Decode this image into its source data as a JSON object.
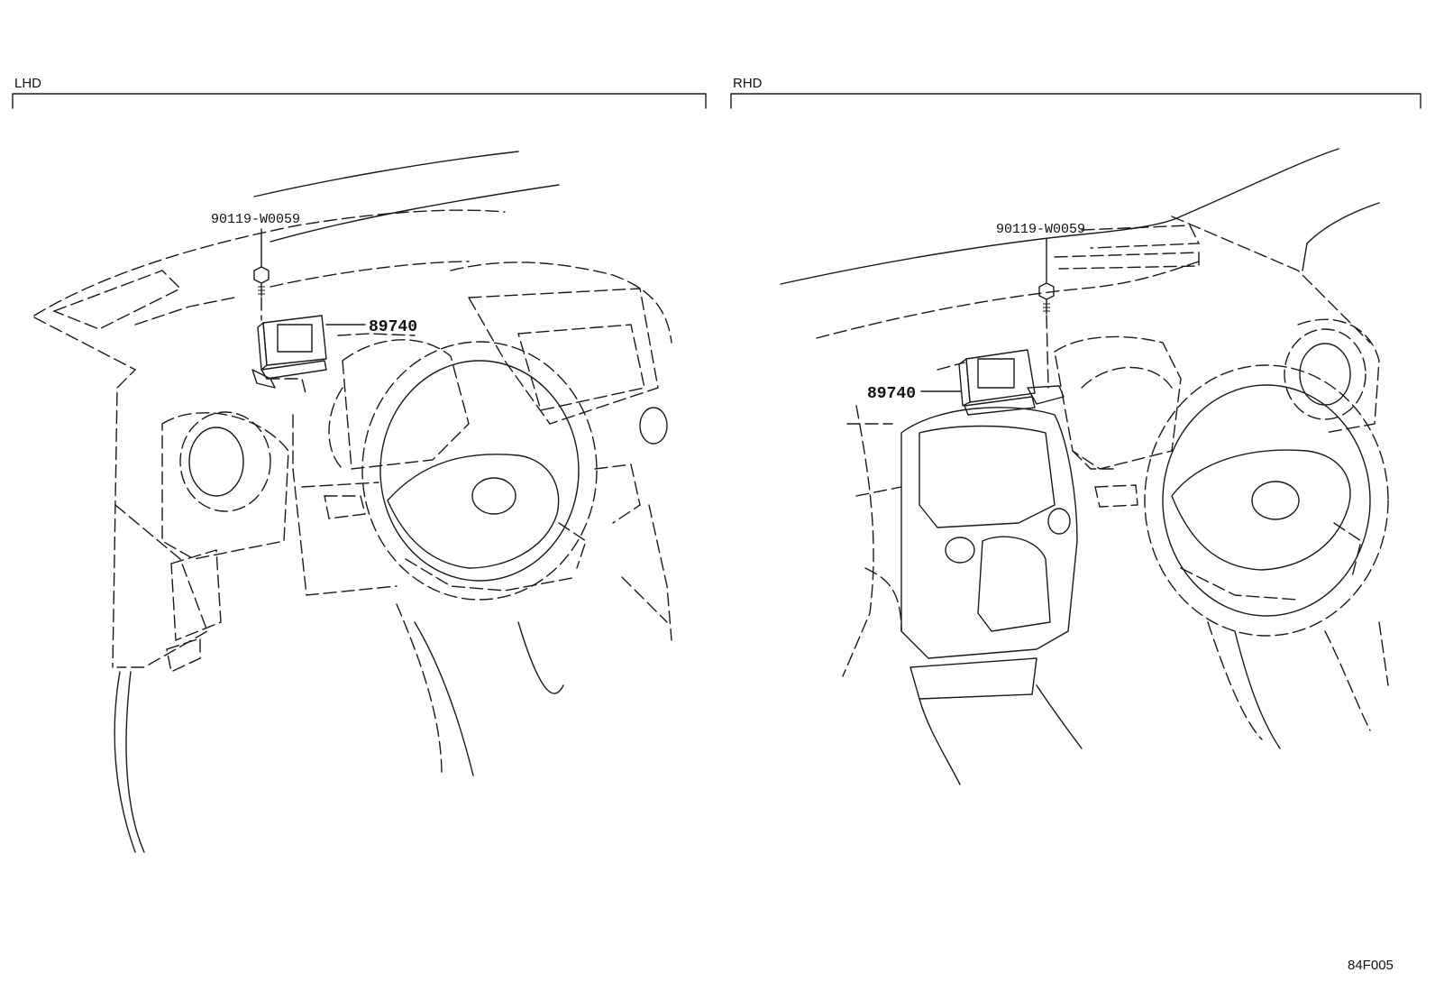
{
  "sections": {
    "left": {
      "title": "LHD"
    },
    "right": {
      "title": "RHD"
    }
  },
  "callouts": {
    "left_bolt": "90119-W0059",
    "left_module": "89740",
    "right_bolt": "90119-W0059",
    "right_module": "89740"
  },
  "diagram_code": "84F005"
}
